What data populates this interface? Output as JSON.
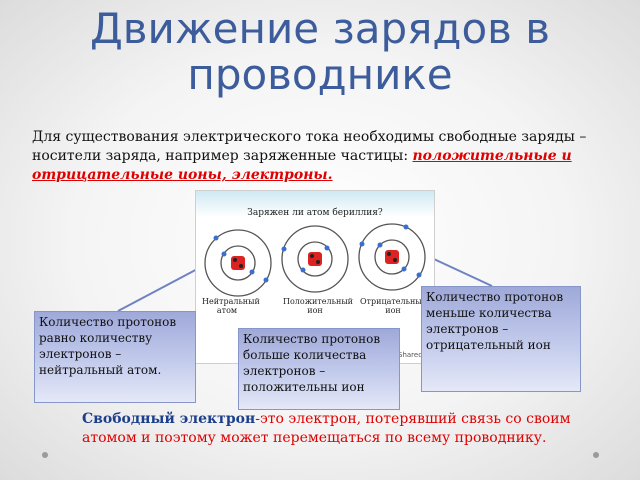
{
  "slide": {
    "title": "Движение зарядов в проводнике",
    "intro_text": "Для существования электрического тока необходимы свободные заряды – носители заряда, например заряженные частицы: ",
    "intro_highlight": "положительные и отрицательные ионы, электроны. "
  },
  "figure": {
    "heading": "Заряжен ли атом бериллия?",
    "atoms": [
      {
        "label": "Нейтральный атом"
      },
      {
        "label": "Положительный ион"
      },
      {
        "label": "Отрицательный ион"
      }
    ],
    "credit": "Shared"
  },
  "callouts": {
    "neutral": "Количество протонов равно количеству электронов – нейтральный атом.",
    "positive": "Количество протонов больше количества электронов – положительны ион",
    "negative": "Количество протонов меньше количества электронов – отрицательный ион"
  },
  "free_electron": {
    "term": "Свободный электрон",
    "definition": "-это электрон, потерявший связь со своим атомом и поэтому может перемещаться по всему проводнику."
  },
  "colors": {
    "title": "#3c5c9c",
    "highlight": "#e00000",
    "callout_border": "#8796c8",
    "electron": "#3a6fd0",
    "nucleus": "#cc1111"
  }
}
